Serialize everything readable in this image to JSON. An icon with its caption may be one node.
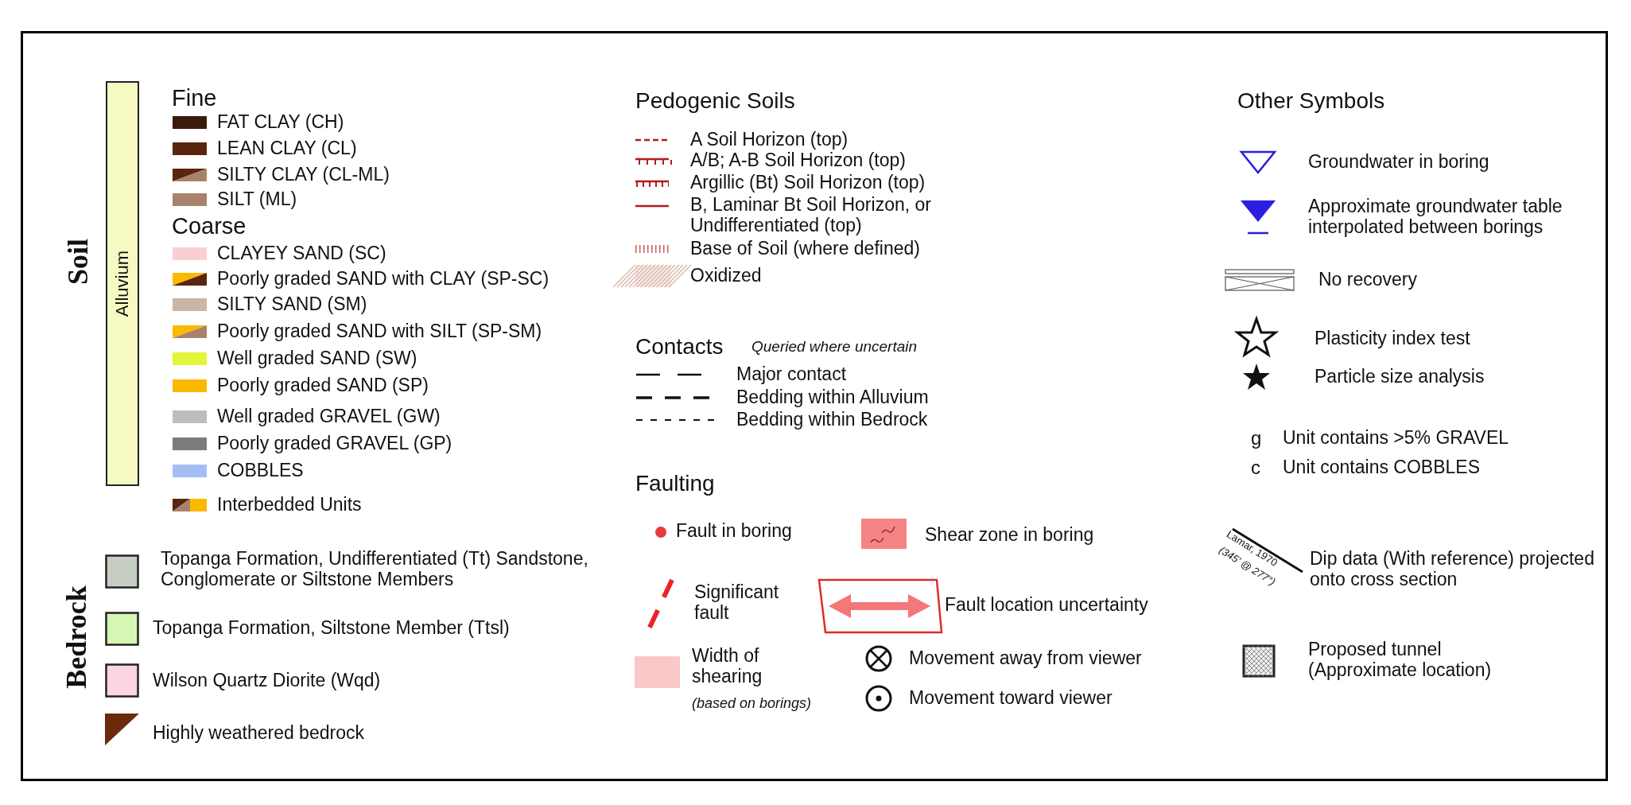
{
  "diagram": {
    "nodes": [
      {
        "text": [
          "Alluvium"
        ]
      }
    ],
    "labels": [
      "Soil",
      "Fine",
      "Coarse",
      "Bedrock",
      "Pedogenic Soils",
      "Contacts",
      "Queried where uncertain",
      "Faulting",
      "(based on borings)",
      "Other Symbols",
      "g",
      "c",
      "Lamar, 1970",
      "(345' @ 277°)"
    ],
    "legend": [
      {
        "text": "FAT CLAY (CH)",
        "color": "#3b1a0c"
      },
      {
        "text": "LEAN CLAY (CL)",
        "color": "#5a250d"
      },
      {
        "text": "SILTY CLAY (CL-ML)"
      },
      {
        "text": "SILT (ML)",
        "color": "#a8826a"
      },
      {
        "text": "CLAYEY SAND (SC)",
        "color": "#f9cfd2"
      },
      {
        "text": "Poorly graded SAND with CLAY (SP-SC)"
      },
      {
        "text": "SILTY SAND (SM)",
        "color": "#cbb5a5"
      },
      {
        "text": "Poorly graded SAND with SILT (SP-SM)"
      },
      {
        "text": "Well graded SAND (SW)",
        "color": "#e2f53a"
      },
      {
        "text": "Poorly graded SAND (SP)",
        "color": "#fbb900"
      },
      {
        "text": "Well graded GRAVEL (GW)",
        "color": "#bdbdbd"
      },
      {
        "text": "Poorly graded GRAVEL (GP)",
        "color": "#7b7b7b"
      },
      {
        "text": "COBBLES",
        "color": "#a5bdf5"
      },
      {
        "text": "Interbedded Units"
      },
      {
        "text": "Topanga Formation, Undifferentiated (Tt) Sandstone, Conglomerate or Siltstone Members",
        "color": "#c6cec3"
      },
      {
        "text": "Topanga Formation, Siltstone Member (Ttsl)",
        "color": "#d5f7b4"
      },
      {
        "text": "Wilson Quartz Diorite (Wqd)",
        "color": "#fdd5e2"
      },
      {
        "text": "Highly weathered bedrock"
      },
      {
        "text": "A Soil Horizon (top)"
      },
      {
        "text": "A/B; A-B Soil Horizon (top)"
      },
      {
        "text": "Argillic (Bt) Soil Horizon (top)"
      },
      {
        "text": "B, Laminar Bt Soil Horizon, or Undifferentiated (top)"
      },
      {
        "text": "Base of Soil (where defined)"
      },
      {
        "text": "Oxidized"
      },
      {
        "text": "Major contact"
      },
      {
        "text": "Bedding within Alluvium"
      },
      {
        "text": "Bedding within Bedrock"
      },
      {
        "text": "Fault in boring"
      },
      {
        "text": "Shear zone in boring"
      },
      {
        "text": "Significant fault"
      },
      {
        "text": "Fault location uncertainty"
      },
      {
        "text": "Width of shearing",
        "color": "#f9c9c9"
      },
      {
        "text": "Movement away from viewer"
      },
      {
        "text": "Movement toward viewer"
      },
      {
        "text": "Groundwater in boring"
      },
      {
        "text": "Approximate groundwater table interpolated between borings"
      },
      {
        "text": "No recovery"
      },
      {
        "text": "Plasticity index test"
      },
      {
        "text": "Particle size analysis"
      },
      {
        "text": "Unit contains >5% GRAVEL"
      },
      {
        "text": "Unit contains COBBLES"
      },
      {
        "text": "Dip data (With reference) projected onto cross section"
      },
      {
        "text": "Proposed tunnel (Approximate location)"
      }
    ]
  }
}
